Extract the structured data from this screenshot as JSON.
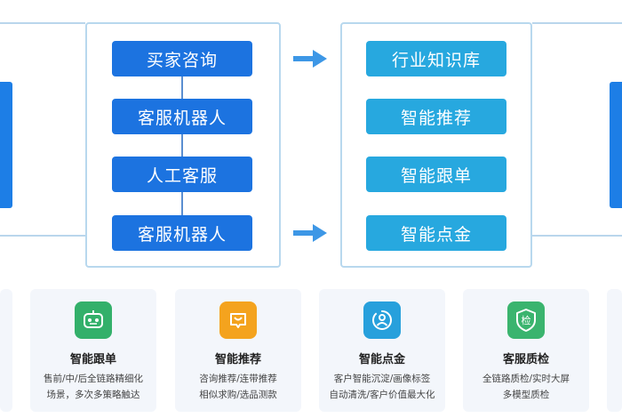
{
  "left_column": {
    "items": [
      "买家咨询",
      "客服机器人",
      "人工客服",
      "客服机器人"
    ]
  },
  "right_column": {
    "items": [
      "行业知识库",
      "智能推荐",
      "智能跟单",
      "智能点金"
    ]
  },
  "cards": [
    {
      "icon": "robot-icon",
      "title": "智能跟单",
      "desc_line1": "售前/中/后全链路精细化",
      "desc_line2": "场景，多次多策略触达",
      "color": "#33b06a"
    },
    {
      "icon": "shopping-bag-icon",
      "title": "智能推荐",
      "desc_line1": "咨询推荐/连带推荐",
      "desc_line2": "相似求购/选品测款",
      "color": "#f4a31e"
    },
    {
      "icon": "user-scan-icon",
      "title": "智能点金",
      "desc_line1": "客户智能沉淀/画像标签",
      "desc_line2": "自动清洗/客户价值最大化",
      "color": "#27a0dc"
    },
    {
      "icon": "inspection-icon",
      "title": "客服质检",
      "desc_line1": "全链路质检/实时大屏",
      "desc_line2": "多模型质检",
      "color": "#3ab46e",
      "icon_text": "检"
    }
  ],
  "colors": {
    "left_box": "#1c73e0",
    "right_box": "#27a8df",
    "arrow": "#3d97e6",
    "panel_border": "#b8d8ee",
    "card_bg": "#f3f6fb"
  }
}
